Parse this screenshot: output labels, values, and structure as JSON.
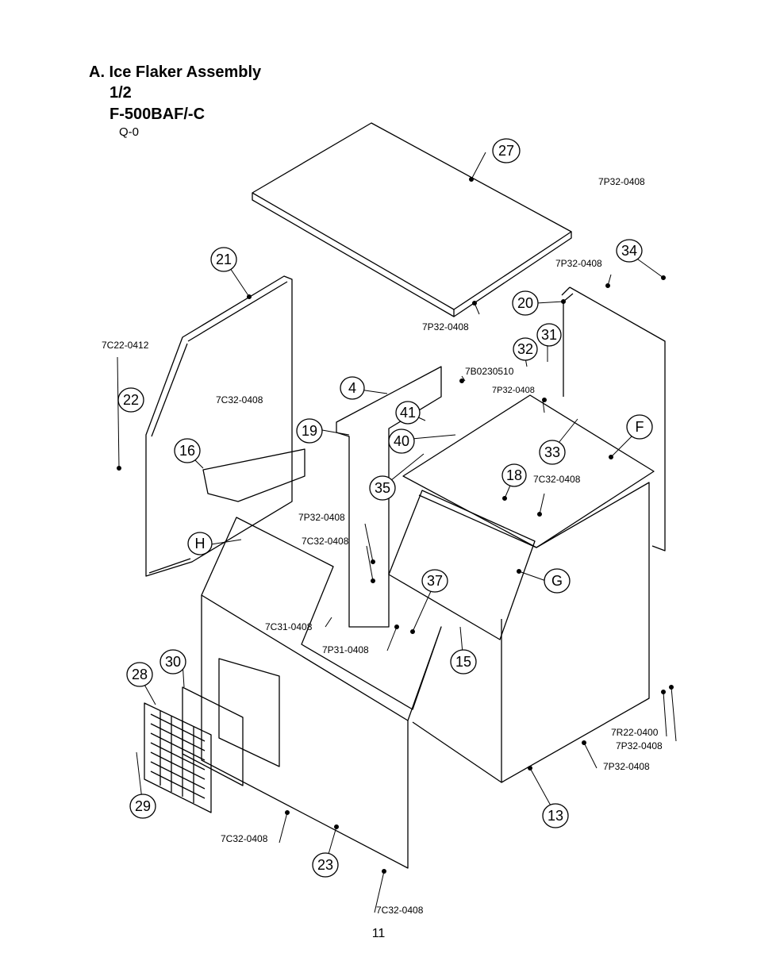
{
  "header": {
    "title": "A. Ice Flaker Assembly",
    "fraction": "1/2",
    "model": "F-500BAF/-C",
    "revision": "Q-0"
  },
  "footer": {
    "page_number": "11"
  },
  "callouts": [
    {
      "id": "c27",
      "label": "27"
    },
    {
      "id": "c21",
      "label": "21"
    },
    {
      "id": "c34",
      "label": "34"
    },
    {
      "id": "c20",
      "label": "20"
    },
    {
      "id": "c32",
      "label": "32"
    },
    {
      "id": "c31",
      "label": "31"
    },
    {
      "id": "c4",
      "label": "4"
    },
    {
      "id": "c22",
      "label": "22"
    },
    {
      "id": "c41",
      "label": "41"
    },
    {
      "id": "c19",
      "label": "19"
    },
    {
      "id": "c40",
      "label": "40"
    },
    {
      "id": "c16",
      "label": "16"
    },
    {
      "id": "c35",
      "label": "35"
    },
    {
      "id": "c18",
      "label": "18"
    },
    {
      "id": "c33",
      "label": "33"
    },
    {
      "id": "cF",
      "label": "F"
    },
    {
      "id": "cH",
      "label": "H"
    },
    {
      "id": "cG",
      "label": "G"
    },
    {
      "id": "c37",
      "label": "37"
    },
    {
      "id": "c15",
      "label": "15"
    },
    {
      "id": "c30",
      "label": "30"
    },
    {
      "id": "c28",
      "label": "28"
    },
    {
      "id": "c29",
      "label": "29"
    },
    {
      "id": "c23",
      "label": "23"
    },
    {
      "id": "c13",
      "label": "13"
    }
  ],
  "part_codes": [
    {
      "id": "p1",
      "label": "7P32-0408"
    },
    {
      "id": "p2",
      "label": "7P32-0408"
    },
    {
      "id": "p3",
      "label": "7P32-0408"
    },
    {
      "id": "p4",
      "label": "7C22-0412"
    },
    {
      "id": "p5",
      "label": "7B0230510"
    },
    {
      "id": "p6",
      "label": "7P32-0408"
    },
    {
      "id": "p7",
      "label": "7C32-0408"
    },
    {
      "id": "p8",
      "label": "7C32-0408"
    },
    {
      "id": "p9",
      "label": "7P32-0408"
    },
    {
      "id": "p10",
      "label": "7C32-0408"
    },
    {
      "id": "p11",
      "label": "7C31-0408"
    },
    {
      "id": "p12",
      "label": "7P31-0408"
    },
    {
      "id": "p13",
      "label": "7R22-0400"
    },
    {
      "id": "p14",
      "label": "7P32-0408"
    },
    {
      "id": "p15",
      "label": "7P32-0408"
    },
    {
      "id": "p16",
      "label": "7C32-0408"
    },
    {
      "id": "p17",
      "label": "7C32-0408"
    }
  ]
}
